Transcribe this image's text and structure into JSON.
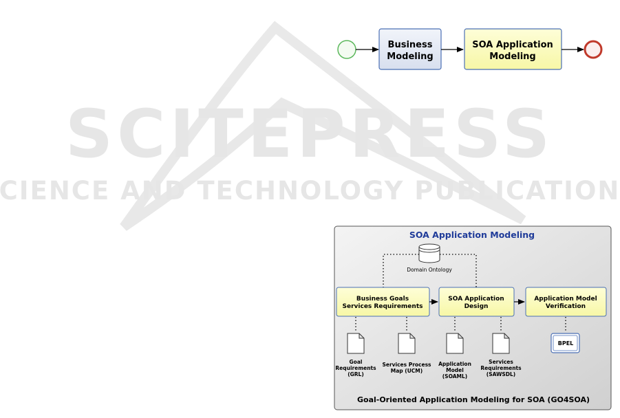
{
  "watermark": {
    "title": "SCITEPRESS",
    "subtitle": "SCIENCE AND TECHNOLOGY PUBLICATIONS"
  },
  "top_process": {
    "task1": {
      "line1": "Business",
      "line2": "Modeling"
    },
    "task2": {
      "line1": "SOA Application",
      "line2": "Modeling"
    }
  },
  "subprocess": {
    "title": "SOA Application Modeling",
    "footer": "Goal-Oriented Application Modeling for SOA (GO4SOA)",
    "ontology_label": "Domain Ontology",
    "tasks": [
      {
        "line1": "Business Goals",
        "line2": "Services Requirements"
      },
      {
        "line1": "SOA Application",
        "line2": "Design"
      },
      {
        "line1": "Application Model",
        "line2": "Verification"
      }
    ],
    "artifacts": [
      {
        "lines": [
          "Goal",
          "Requirements",
          "(GRL)"
        ]
      },
      {
        "lines": [
          "Services Process",
          "Map (UCM)"
        ]
      },
      {
        "lines": [
          "Application",
          "Model",
          "(SOAML)"
        ]
      },
      {
        "lines": [
          "Services",
          "Requirements",
          "(SAWSDL)"
        ]
      }
    ],
    "bpel_label": "BPEL"
  },
  "colors": {
    "start_event": "#5cb85c",
    "end_event": "#c0392b",
    "task_fill_yellow": "#fdfdc0",
    "task_fill_blue": "#e3e9f4",
    "task_border": "#4a6fb5",
    "title_color": "#1f3b99"
  }
}
